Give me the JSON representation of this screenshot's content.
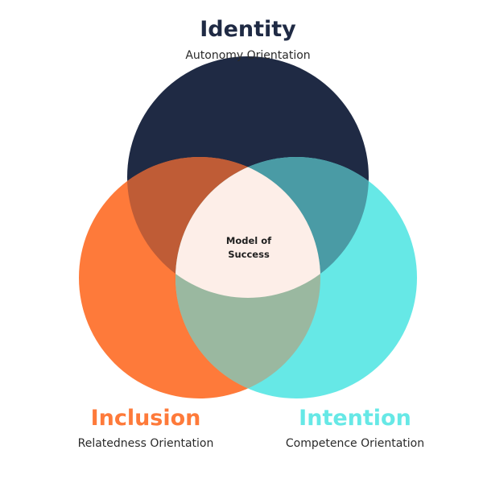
{
  "diagram": {
    "top": {
      "title": "Identity",
      "subtitle": "Autonomy Orientation",
      "color": "#1f2a44"
    },
    "left": {
      "title": "Inclusion",
      "subtitle": "Relatedness Orientation",
      "color": "#fe7a3a"
    },
    "right": {
      "title": "Intention",
      "subtitle": "Competence Orientation",
      "color": "#66e8e6"
    },
    "overlaps": {
      "top_left": "#bf5c36",
      "top_right": "#4a9ba5",
      "left_right": "#9ab8a0",
      "center": "#fdeee8"
    },
    "center_label_line1": "Model of",
    "center_label_line2": "Success"
  }
}
